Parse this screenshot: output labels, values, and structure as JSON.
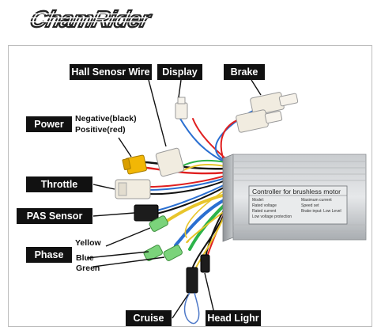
{
  "brand": {
    "name": "ChamRider"
  },
  "labels": {
    "hall": "Hall Senosr Wire",
    "display": "Display",
    "brake": "Brake",
    "power": "Power",
    "negative": "Negative(black)",
    "positive": "Positive(red)",
    "throttle": "Throttle",
    "pas": "PAS Sensor",
    "phase": "Phase",
    "yellow": "Yellow",
    "blue": "Blue",
    "green": "Green",
    "cruise": "Cruise",
    "headlight": "Head Lighr"
  },
  "controller": {
    "title": "Controller for brushless motor",
    "model_label": "Model:",
    "rated_voltage_label": "Rated voltage",
    "rated_current_label": "Rated current",
    "low_voltage_label": "Low voltage protection",
    "max_current_label": "Maximum current",
    "speed_set_label": "Speed set",
    "brake_input_label": "Brake input: Low Level"
  }
}
